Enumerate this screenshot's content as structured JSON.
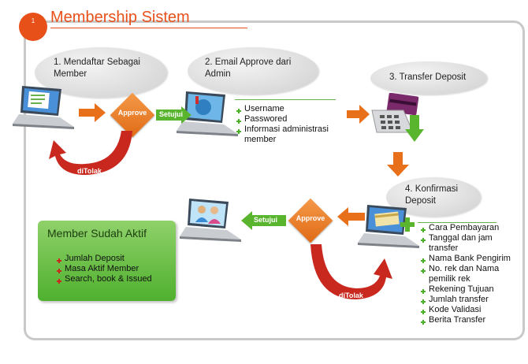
{
  "badge": "1",
  "title": "Membership Sistem",
  "steps": {
    "s1": "1. Mendaftar Sebagai Member",
    "s2": "2. Email Approve dari Admin",
    "s3": "3. Transfer Deposit",
    "s4": "4. Konfirmasi Deposit"
  },
  "decisions": {
    "approve1": "Approve",
    "approve2": "Approve",
    "setujui1": "Setujui",
    "setujui2": "Setujui",
    "ditolak1": "diTolak",
    "ditolak2": "diTolak"
  },
  "email_items": [
    "Username",
    "Passwored",
    "Informasi administrasi member"
  ],
  "confirm_items": [
    "Cara Pembayaran",
    "Tanggal dan jam transfer",
    "Nama Bank Pengirim",
    "No. rek dan Nama pemilik rek",
    "Rekening Tujuan",
    "Jumlah transfer",
    "Kode Validasi",
    "Berita Transfer"
  ],
  "active_box": {
    "title": "Member Sudah Aktif",
    "items": [
      "Jumlah Deposit",
      "Masa Aktif Member",
      "Search, book & Issued"
    ]
  },
  "colors": {
    "accent": "#e8501a",
    "arrow_orange": "#e8701a",
    "arrow_red": "#c8281e",
    "arrow_green": "#5ab52e",
    "box_green": "#5fbd3a"
  }
}
